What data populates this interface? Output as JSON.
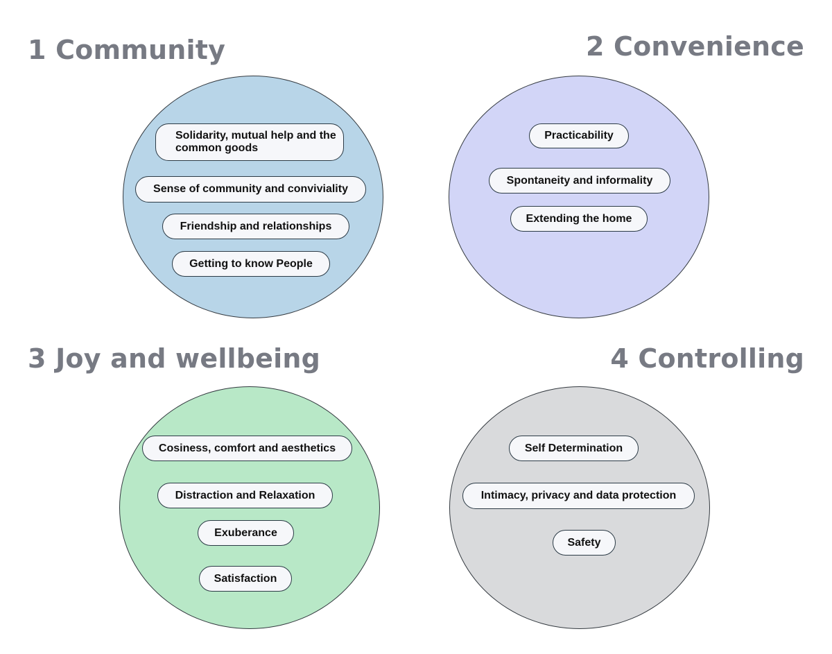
{
  "quadrants": [
    {
      "heading": "1 Community",
      "color": "#b8d5e8",
      "items": [
        "Solidarity, mutual help and the common goods",
        "Sense of community and conviviality",
        "Friendship and relationships",
        "Getting to know People"
      ]
    },
    {
      "heading": "2 Convenience",
      "color": "#d2d5f7",
      "items": [
        "Practicability",
        "Spontaneity and informality",
        "Extending the home"
      ]
    },
    {
      "heading": "3 Joy and wellbeing",
      "color": "#b8e8c7",
      "items": [
        "Cosiness, comfort and aesthetics",
        "Distraction and Relaxation",
        "Exuberance",
        "Satisfaction"
      ]
    },
    {
      "heading": "4 Controlling",
      "color": "#d9dadc",
      "items": [
        "Self Determination",
        "Intimacy, privacy and data protection",
        "Safety"
      ]
    }
  ]
}
